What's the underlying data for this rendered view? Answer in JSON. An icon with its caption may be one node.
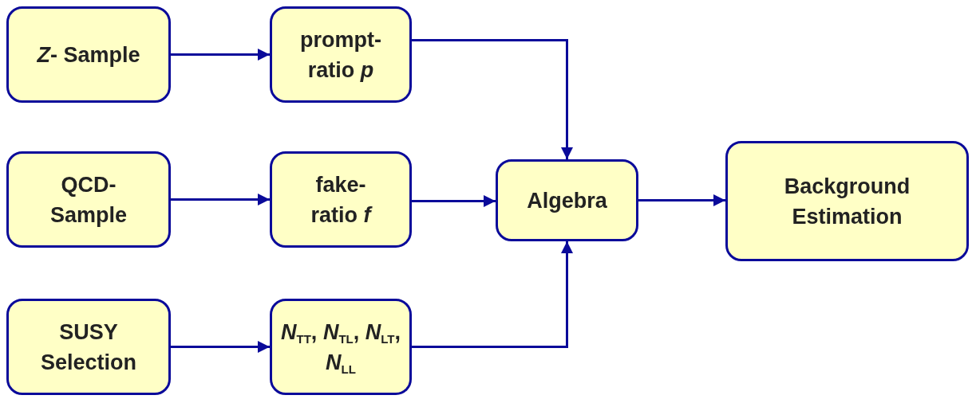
{
  "diagram": {
    "nodes": [
      {
        "text": [
          "*Z*- Sample"
        ]
      },
      {
        "text": [
          "prompt- ratio *p*"
        ]
      },
      {
        "text": [
          "QCD- Sample"
        ]
      },
      {
        "text": [
          "fake- ratio *f*"
        ]
      },
      {
        "text": [
          "SUSY Selection"
        ]
      },
      {
        "text": [
          "*N*$_{TT}$, *N*$_{TL}$, *N*$_{LT}$, *N*$_{LL}$"
        ]
      },
      {
        "text": [
          "Algebra"
        ]
      },
      {
        "text": [
          "Background Estimation"
        ]
      }
    ],
    "edges": [
      {
        "from": 0,
        "to": 1,
        "arrow": "to"
      },
      {
        "from": 2,
        "to": 3,
        "arrow": "to"
      },
      {
        "from": 4,
        "to": 5,
        "arrow": "to"
      },
      {
        "from": 1,
        "to": 6,
        "arrow": "to"
      },
      {
        "from": 3,
        "to": 6,
        "arrow": "to"
      },
      {
        "from": 5,
        "to": 6,
        "arrow": "to"
      },
      {
        "from": 6,
        "to": 7,
        "arrow": "to"
      }
    ]
  }
}
